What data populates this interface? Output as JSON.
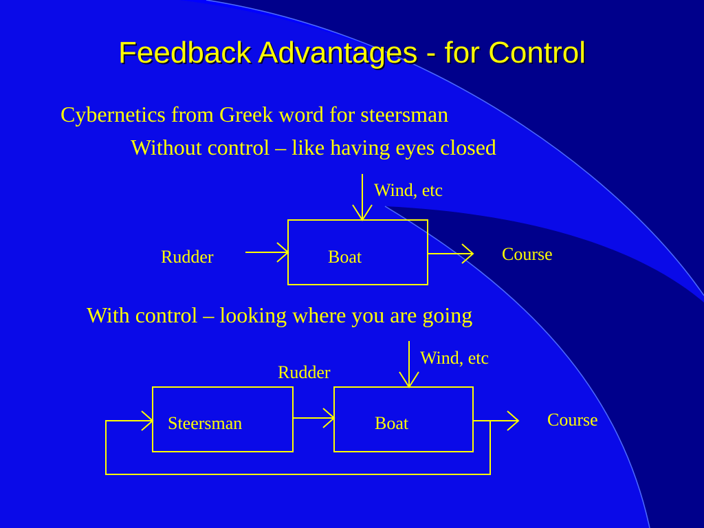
{
  "slide": {
    "title": "Feedback Advantages - for Control",
    "line1": "Cybernetics from Greek word for steersman",
    "line2": "Without control – like having eyes closed",
    "line3": "With control – looking where you are going"
  },
  "diagram_open": {
    "disturbance": "Wind, etc",
    "input": "Rudder",
    "block": "Boat",
    "output": "Course"
  },
  "diagram_closed": {
    "disturbance": "Wind, etc",
    "controller": "Steersman",
    "signal": "Rudder",
    "block": "Boat",
    "output": "Course"
  },
  "colors": {
    "background": "#0000ff",
    "dark_panel": "#00008b",
    "text": "#ffff00"
  }
}
